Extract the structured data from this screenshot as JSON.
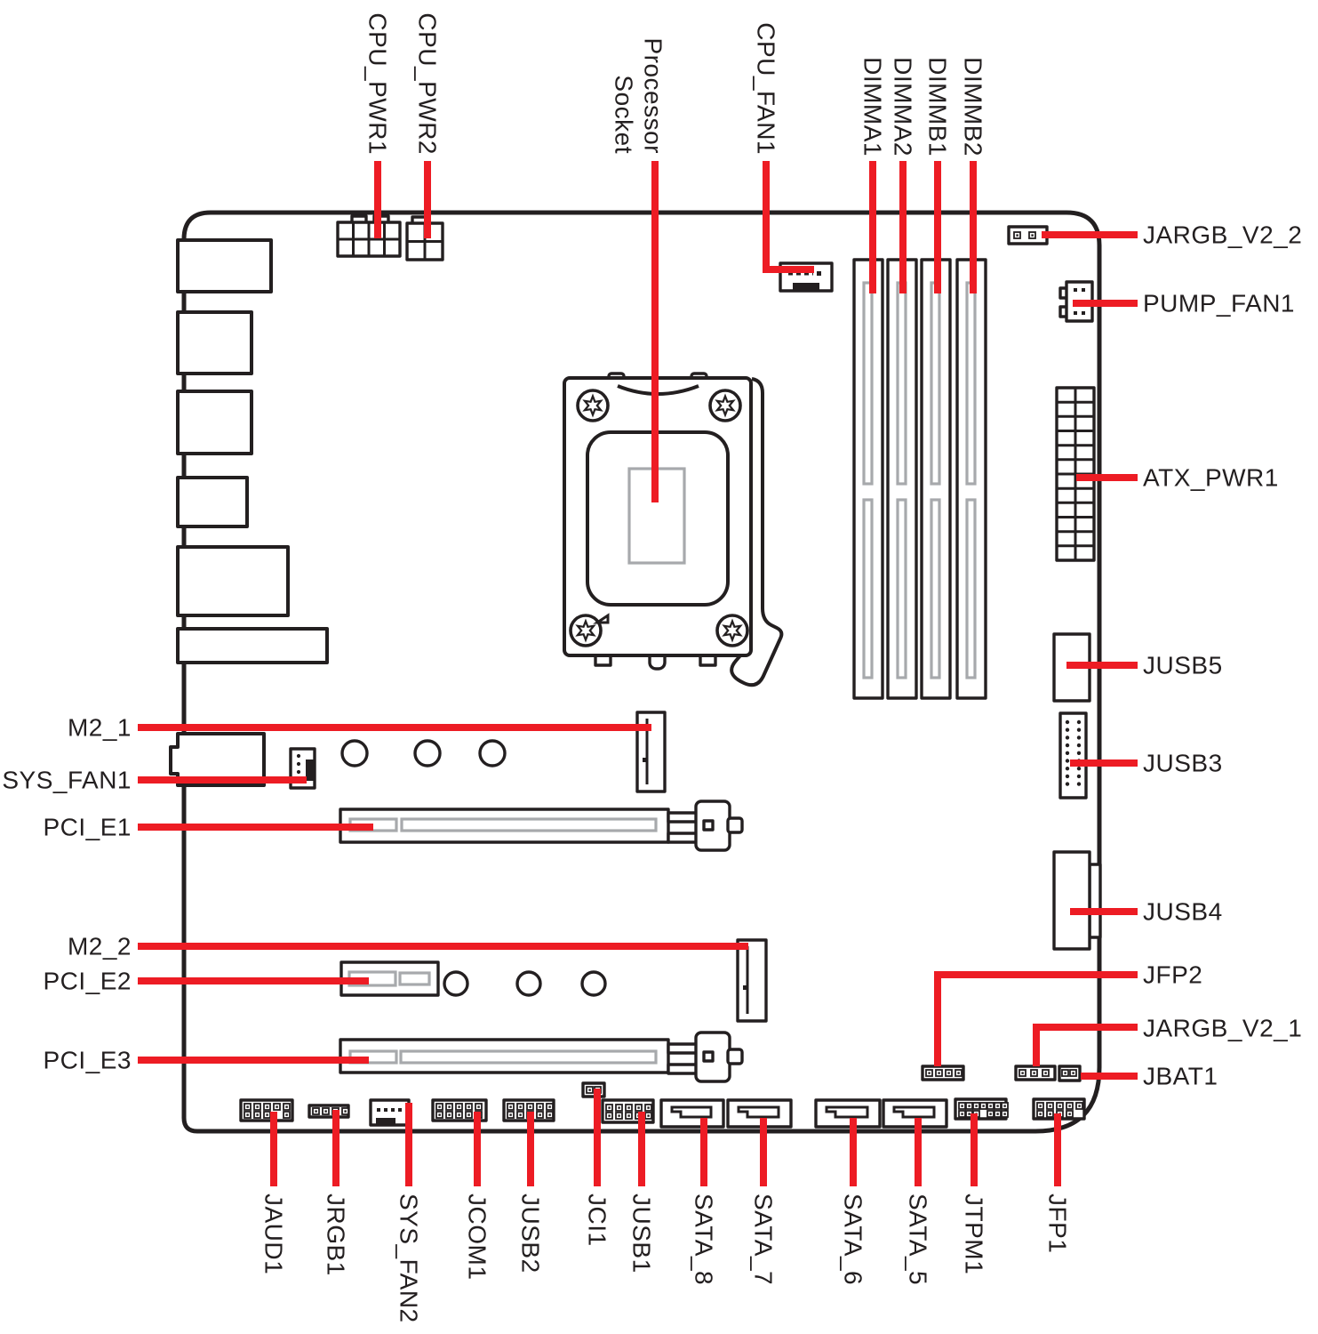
{
  "colors": {
    "accent": "#ed1c24",
    "ink": "#231f20",
    "slot_gray": "#a7a9ac",
    "background": "#ffffff"
  },
  "components": {
    "cpu_pwr1": "CPU_PWR1",
    "cpu_pwr2": "CPU_PWR2",
    "processor_socket_line1": "Processor",
    "processor_socket_line2": "Socket",
    "cpu_fan1": "CPU_FAN1",
    "dimma1": "DIMMA1",
    "dimma2": "DIMMA2",
    "dimmb1": "DIMMB1",
    "dimmb2": "DIMMB2",
    "jargb_v2_2": "JARGB_V2_2",
    "pump_fan1": "PUMP_FAN1",
    "atx_pwr1": "ATX_PWR1",
    "jusb5": "JUSB5",
    "jusb3": "JUSB3",
    "jusb4": "JUSB4",
    "jfp2": "JFP2",
    "jargb_v2_1": "JARGB_V2_1",
    "jbat1": "JBAT1",
    "m2_1": "M2_1",
    "sys_fan1": "SYS_FAN1",
    "pci_e1": "PCI_E1",
    "m2_2": "M2_2",
    "pci_e2": "PCI_E2",
    "pci_e3": "PCI_E3",
    "jaud1": "JAUD1",
    "jrgb1": "JRGB1",
    "sys_fan2": "SYS_FAN2",
    "jcom1": "JCOM1",
    "jusb2": "JUSB2",
    "jci1": "JCI1",
    "jusb1": "JUSB1",
    "sata_8": "SATA_8",
    "sata_7": "SATA_7",
    "sata_6": "SATA_6",
    "sata_5": "SATA_5",
    "jtpm1": "JTPM1",
    "jfp1": "JFP1"
  }
}
